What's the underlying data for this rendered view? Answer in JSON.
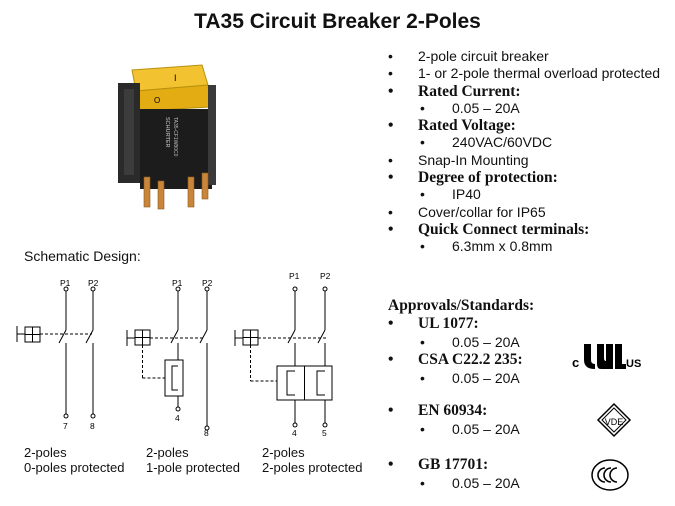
{
  "title": "TA35 Circuit Breaker 2-Poles",
  "features": {
    "f1": "2-pole circuit breaker",
    "f2": "1- or 2-pole thermal overload protected",
    "rated_current": {
      "label": "Rated Current:",
      "value": "0.05 – 20A"
    },
    "rated_voltage": {
      "label": "Rated Voltage:",
      "value": "240VAC/60VDC"
    },
    "f3": "Snap-In Mounting",
    "protection": {
      "label": "Degree of protection:",
      "value": "IP40"
    },
    "f4": "Cover/collar for IP65",
    "terminals": {
      "label": "Quick Connect terminals:",
      "value": "6.3mm x 0.8mm"
    }
  },
  "product_image": {
    "brand": "SCHURTER",
    "model": "TA35-CF1W80C0",
    "switch_on": "I",
    "switch_off": "O",
    "accent_color": "#f2c230"
  },
  "schematic": {
    "title": "Schematic Design:",
    "diagrams": [
      {
        "p1": "P1",
        "p2": "P2",
        "t1": "7",
        "t2": "8",
        "caption1": "2-poles",
        "caption2": "0-poles protected"
      },
      {
        "p1": "P1",
        "p2": "P2",
        "t1": "4",
        "t2": "8",
        "caption1": "2-poles",
        "caption2": "1-pole protected"
      },
      {
        "p1": "P1",
        "p2": "P2",
        "t1": "4",
        "t2": "5",
        "caption1": "2-poles",
        "caption2": "2-poles protected"
      }
    ]
  },
  "approvals": {
    "heading": "Approvals/Standards:",
    "ul": {
      "label": "UL 1077:",
      "value": "0.05 – 20A"
    },
    "csa": {
      "label": "CSA C22.2 235:",
      "value": "0.05 – 20A"
    },
    "en": {
      "label": "EN 60934:",
      "value": "0.05 – 20A"
    },
    "gb": {
      "label": "GB 17701:",
      "value": "0.05 – 20A"
    },
    "marks": {
      "ul_c": "c",
      "ul_us": "US",
      "vde": "VDE"
    }
  }
}
